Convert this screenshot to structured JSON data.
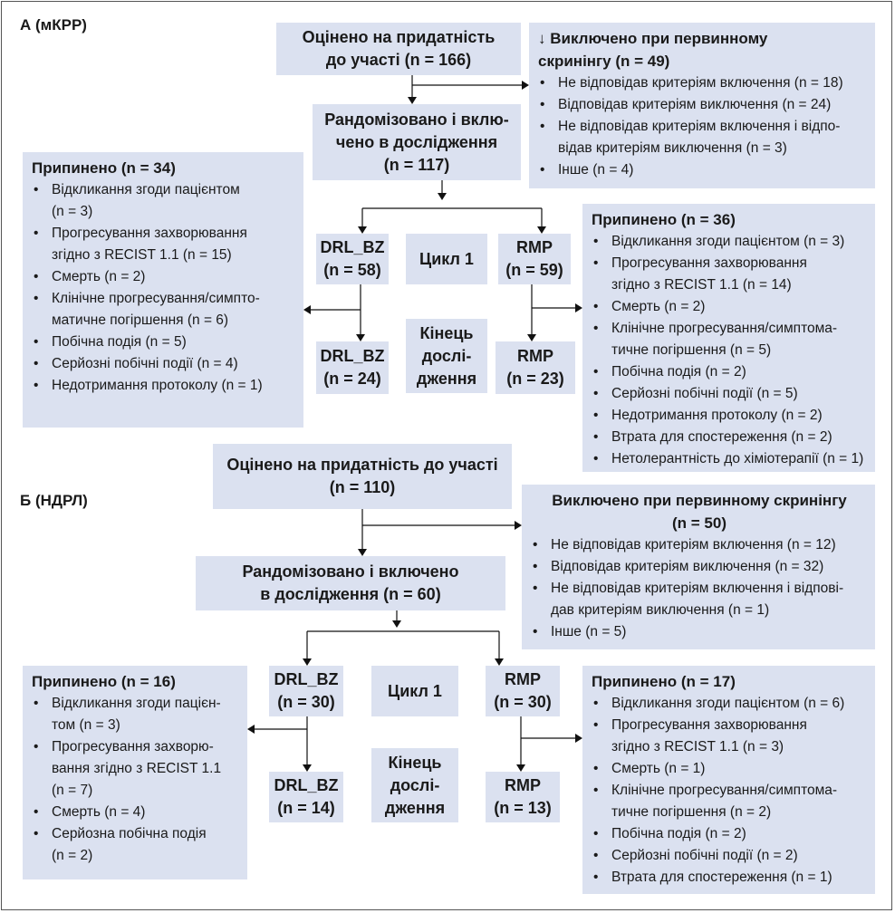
{
  "section_a": {
    "label": "А (мКРР)",
    "assessed": "Оцінено на придатність\nдо участі (n = 166)",
    "randomized": "Рандомізовано і вклю-\nчено в дослідження\n(n = 117)",
    "excluded": {
      "title": "↓ Виключено при первинному\nскринінгу (n = 49)",
      "items": [
        "Не відповідав критеріям включення (n = 18)",
        "Відповідав критеріям виключення (n = 24)",
        "Не відповідав критеріям включення і відпо-\nвідав критеріям виключення (n = 3)",
        "Інше (n = 4)"
      ]
    },
    "discontinued_left": {
      "title": "Припинено (n = 34)",
      "items": [
        "Відкликання згоди пацієнтом\n(n = 3)",
        "Прогресування захворювання\nзгідно з RECIST 1.1 (n = 15)",
        "Смерть (n = 2)",
        "Клінічне прогресування/симпто-\nматичне погіршення (n = 6)",
        "Побічна подія (n = 5)",
        "Серйозні побічні події (n = 4)",
        "Недотримання протоколу (n = 1)"
      ]
    },
    "discontinued_right": {
      "title": "Припинено (n = 36)",
      "items": [
        "Відкликання згоди пацієнтом (n = 3)",
        "Прогресування захворювання\nзгідно з RECIST 1.1 (n = 14)",
        "Смерть (n = 2)",
        "Клінічне прогресування/симптома-\nтичне погіршення (n = 5)",
        "Побічна подія (n = 2)",
        "Серйозні побічні події (n = 5)",
        "Недотримання протоколу (n = 2)",
        "Втрата для спостереження (n = 2)",
        "Нетолерантність до хіміотерапії (n = 1)"
      ]
    },
    "drl_start": "DRL_BZ\n(n = 58)",
    "cycle": "Цикл 1",
    "rmp_start": "RMP\n(n = 59)",
    "drl_end": "DRL_BZ\n(n = 24)",
    "end_label": "Кінець\nдослі-\nдження",
    "rmp_end": "RMP\n(n = 23)"
  },
  "section_b": {
    "label": "Б (НДРЛ)",
    "assessed": "Оцінено на придатність до участі\n(n = 110)",
    "randomized": "Рандомізовано і включено\nв дослідження (n = 60)",
    "excluded": {
      "title": "Виключено при первинному скринінгу\n(n = 50)",
      "items": [
        "Не відповідав критеріям включення (n = 12)",
        "Відповідав критеріям виключення (n = 32)",
        "Не відповідав критеріям включення і відпові-\nдав критеріям виключення (n = 1)",
        "Інше (n = 5)"
      ]
    },
    "discontinued_left": {
      "title": "Припинено (n = 16)",
      "items": [
        "Відкликання згоди пацієн-\nтом (n = 3)",
        "Прогресування захворю-\nвання згідно з RECIST 1.1\n(n = 7)",
        "Смерть (n = 4)",
        "Серйозна побічна подія\n(n = 2)"
      ]
    },
    "discontinued_right": {
      "title": "Припинено (n = 17)",
      "items": [
        "Відкликання згоди пацієнтом (n = 6)",
        "Прогресування захворювання\nзгідно з RECIST 1.1 (n = 3)",
        "Смерть (n = 1)",
        "Клінічне прогресування/симптома-\nтичне погіршення (n = 2)",
        "Побічна подія (n = 2)",
        "Серйозні побічні події (n = 2)",
        "Втрата для спостереження (n = 1)"
      ]
    },
    "drl_start": "DRL_BZ\n(n = 30)",
    "cycle": "Цикл 1",
    "rmp_start": "RMP\n(n = 30)",
    "drl_end": "DRL_BZ\n(n = 14)",
    "end_label": "Кінець\nдослі-\nдження",
    "rmp_end": "RMP\n(n = 13)"
  },
  "colors": {
    "box_fill": "#dbe1f0",
    "line": "#111111"
  }
}
